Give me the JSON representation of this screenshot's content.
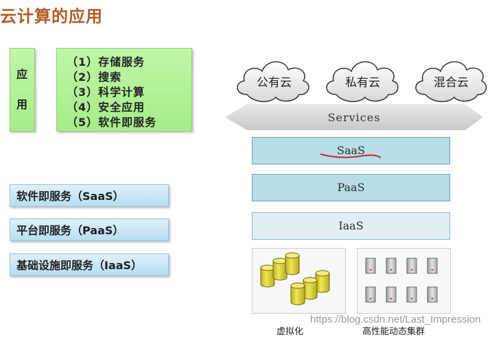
{
  "page": {
    "title": "云计算的应用"
  },
  "app": {
    "label_chars": [
      "应",
      "用"
    ],
    "items": [
      "（1）存储服务",
      "（2）搜索",
      "（3）科学计算",
      "（4）安全应用",
      "（5）软件即服务"
    ]
  },
  "service_buttons": [
    "软件即服务（SaaS）",
    "平台即服务（PaaS）",
    "基础设施即服务（IaaS）"
  ],
  "clouds": [
    "公有云",
    "私有云",
    "混合云"
  ],
  "services_label": "Services",
  "layers": [
    "SaaS",
    "PaaS",
    "IaaS"
  ],
  "captions": {
    "virtualization": "虚拟化",
    "cluster": "高性能动态集群"
  },
  "watermark": "https://blog.csdn.net/Last_Impression",
  "colors": {
    "title": "#b15b25",
    "app_box": "#a6ec88",
    "button": "#b7ddf3",
    "layer_saas": "#b7dde8",
    "layer_paas": "#b7dde8",
    "layer_iaas": "#e2f0f6",
    "cylinder": "#e0d43a",
    "underline": "#c62828"
  }
}
